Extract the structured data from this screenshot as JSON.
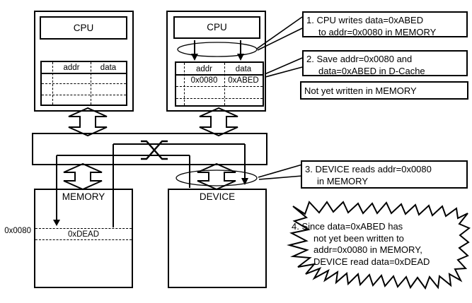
{
  "diagram": {
    "cpu_left": {
      "title": "CPU",
      "table": {
        "headers": [
          "addr",
          "data"
        ],
        "rows": []
      }
    },
    "cpu_right": {
      "title": "CPU",
      "table": {
        "headers": [
          "addr",
          "data"
        ],
        "row": {
          "addr": "0x0080",
          "data": "0xABED"
        }
      }
    },
    "memory": {
      "label": "MEMORY",
      "row_addr_label": "0x0080",
      "row_value": "0xDEAD"
    },
    "device": {
      "label": "DEVICE"
    }
  },
  "notes": {
    "note1": {
      "line1": "1. CPU writes data=0xABED",
      "line2": "to addr=0x0080 in MEMORY"
    },
    "note2": {
      "line1": "2. Save addr=0x0080 and",
      "line2": "data=0xABED in D-Cache"
    },
    "note3": {
      "text": "Not yet written in MEMORY"
    },
    "note4": {
      "line1": "3. DEVICE reads addr=0x0080",
      "line2": "in MEMORY"
    },
    "burst": {
      "line1": "4. Since data=0xABED has",
      "line2": "not yet been written to",
      "line3": "addr=0x0080 in MEMORY,",
      "line4": "DEVICE read data=0xDEAD"
    }
  },
  "colors": {
    "line": "#000000",
    "background": "#ffffff"
  }
}
